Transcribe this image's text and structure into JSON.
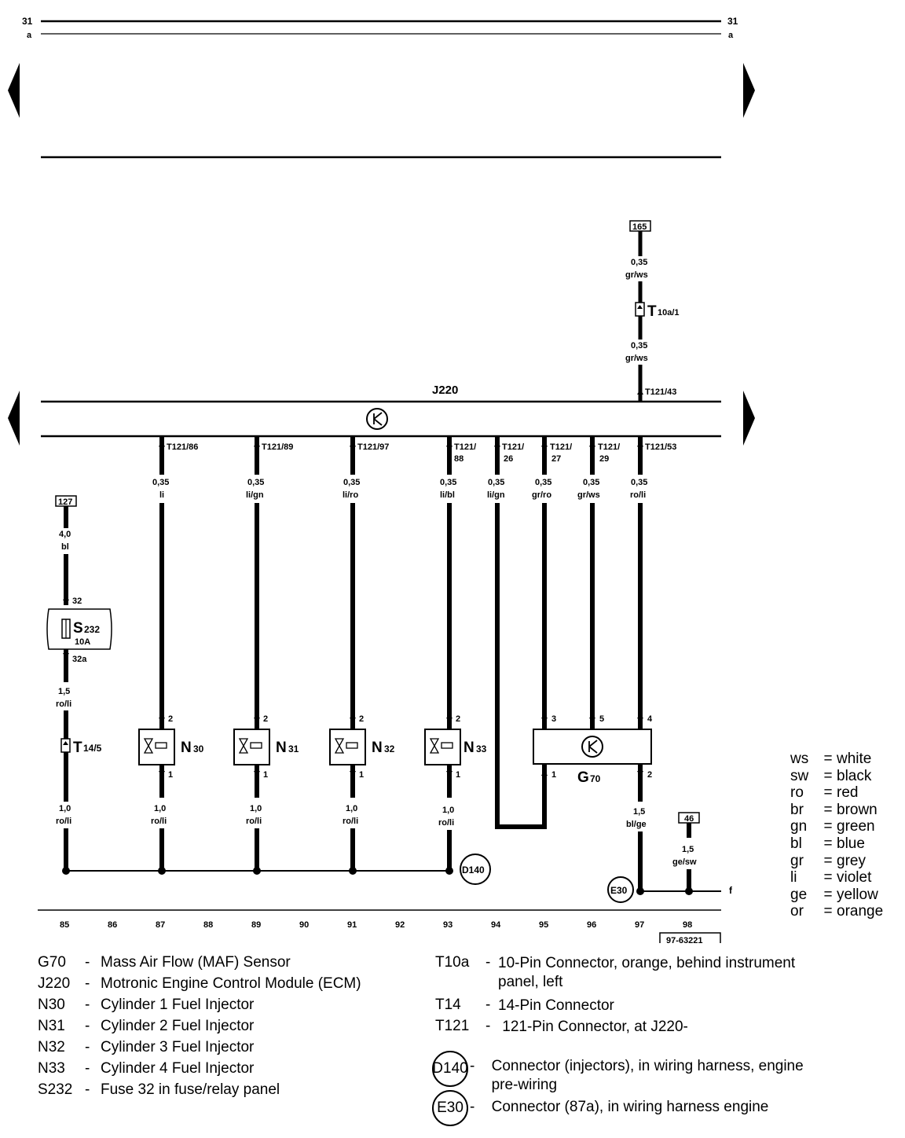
{
  "header": {
    "rail_top": "31",
    "rail_sub": "a"
  },
  "ecm": {
    "code": "J220"
  },
  "relay_refs": {
    "r165": "165",
    "r127": "127",
    "r46": "46"
  },
  "connector_t10a": {
    "label_main": "T",
    "label_sub": "10a/1"
  },
  "connector_t14": {
    "label_main": "T",
    "label_sub": "14/5"
  },
  "fuse": {
    "code_main": "S",
    "code_sub": "232",
    "rating": "10A",
    "pin_in": "32",
    "pin_out": "32a"
  },
  "wires": [
    {
      "id": "w165a",
      "gauge": "0,35",
      "color": "gr/ws"
    },
    {
      "id": "w165b",
      "gauge": "0,35",
      "color": "gr/ws"
    },
    {
      "id": "w127",
      "gauge": "4,0",
      "color": "bl"
    },
    {
      "id": "ws232",
      "gauge": "1,5",
      "color": "ro/li"
    },
    {
      "id": "w86",
      "gauge": "0,35",
      "color": "li"
    },
    {
      "id": "w89",
      "gauge": "0,35",
      "color": "li/gn"
    },
    {
      "id": "w97",
      "gauge": "0,35",
      "color": "li/ro"
    },
    {
      "id": "w88",
      "gauge": "0,35",
      "color": "li/bl"
    },
    {
      "id": "w26",
      "gauge": "0,35",
      "color": "li/gn"
    },
    {
      "id": "w27",
      "gauge": "0,35",
      "color": "gr/ro"
    },
    {
      "id": "w29",
      "gauge": "0,35",
      "color": "gr/ws"
    },
    {
      "id": "w53",
      "gauge": "0,35",
      "color": "ro/li"
    },
    {
      "id": "wb85",
      "gauge": "1,0",
      "color": "ro/li"
    },
    {
      "id": "wb87",
      "gauge": "1,0",
      "color": "ro/li"
    },
    {
      "id": "wb89",
      "gauge": "1,0",
      "color": "ro/li"
    },
    {
      "id": "wb91",
      "gauge": "1,0",
      "color": "ro/li"
    },
    {
      "id": "wb93",
      "gauge": "1,0",
      "color": "ro/li"
    },
    {
      "id": "wg70",
      "gauge": "1,5",
      "color": "bl/ge"
    },
    {
      "id": "w46",
      "gauge": "1,5",
      "color": "ge/sw"
    }
  ],
  "pins": {
    "t121_43": "T121/43",
    "t121_86": "T121/86",
    "t121_89": "T121/89",
    "t121_97": "T121/97",
    "t121_88a": "T121/",
    "t121_88b": "88",
    "t121_26a": "T121/",
    "t121_26b": "26",
    "t121_27a": "T121/",
    "t121_27b": "27",
    "t121_29a": "T121/",
    "t121_29b": "29",
    "t121_53": "T121/53"
  },
  "injectors": [
    {
      "main": "N",
      "sub": "30",
      "pin_top": "2",
      "pin_bot": "1"
    },
    {
      "main": "N",
      "sub": "31",
      "pin_top": "2",
      "pin_bot": "1"
    },
    {
      "main": "N",
      "sub": "32",
      "pin_top": "2",
      "pin_bot": "1"
    },
    {
      "main": "N",
      "sub": "33",
      "pin_top": "2",
      "pin_bot": "1"
    }
  ],
  "maf": {
    "main": "G",
    "sub": "70",
    "pin3": "3",
    "pin5": "5",
    "pin4": "4",
    "pin1": "1",
    "pin2": "2"
  },
  "ground_points": {
    "d140": "D140",
    "e30": "E30",
    "f": "f"
  },
  "tracks": [
    "85",
    "86",
    "87",
    "88",
    "89",
    "90",
    "91",
    "92",
    "93",
    "94",
    "95",
    "96",
    "97",
    "98"
  ],
  "figure_id": "97-63221",
  "color_legend": [
    {
      "code": "ws",
      "eq": "=",
      "name": "white"
    },
    {
      "code": "sw",
      "eq": "=",
      "name": "black"
    },
    {
      "code": "ro",
      "eq": "=",
      "name": "red"
    },
    {
      "code": "br",
      "eq": "=",
      "name": "brown"
    },
    {
      "code": "gn",
      "eq": "=",
      "name": "green"
    },
    {
      "code": "bl",
      "eq": "=",
      "name": "blue"
    },
    {
      "code": "gr",
      "eq": "=",
      "name": "grey"
    },
    {
      "code": "li",
      "eq": "=",
      "name": "violet"
    },
    {
      "code": "ge",
      "eq": "=",
      "name": "yellow"
    },
    {
      "code": "or",
      "eq": "=",
      "name": "orange"
    }
  ],
  "components_left": [
    {
      "code": "G70",
      "dash": "-",
      "desc": "Mass Air Flow (MAF) Sensor"
    },
    {
      "code": "J220",
      "dash": "-",
      "desc": "Motronic Engine Control Module (ECM)"
    },
    {
      "code": "N30",
      "dash": "-",
      "desc": "Cylinder 1 Fuel Injector"
    },
    {
      "code": "N31",
      "dash": "-",
      "desc": "Cylinder 2 Fuel Injector"
    },
    {
      "code": "N32",
      "dash": "-",
      "desc": "Cylinder 3 Fuel Injector"
    },
    {
      "code": "N33",
      "dash": "-",
      "desc": "Cylinder 4 Fuel Injector"
    },
    {
      "code": "S232",
      "dash": "-",
      "desc": "Fuse 32 in fuse/relay panel"
    }
  ],
  "components_right": [
    {
      "code": "T10a",
      "dash": "-",
      "desc1": "10-Pin Connector, orange, behind instrument",
      "desc2": "panel, left"
    },
    {
      "code": "T14",
      "dash": "-",
      "desc1": "14-Pin Connector",
      "desc2": ""
    },
    {
      "code": "T121",
      "dash": "-",
      "desc1": " 121-Pin Connector, at J220-",
      "desc2": ""
    }
  ],
  "connector_notes": [
    {
      "code": "D140",
      "dash": "-",
      "desc1": "Connector (injectors), in wiring harness, engine",
      "desc2": "pre-wiring"
    },
    {
      "code": "E30",
      "dash": "-",
      "desc1": "Connector (87a), in wiring harness engine",
      "desc2": ""
    }
  ]
}
